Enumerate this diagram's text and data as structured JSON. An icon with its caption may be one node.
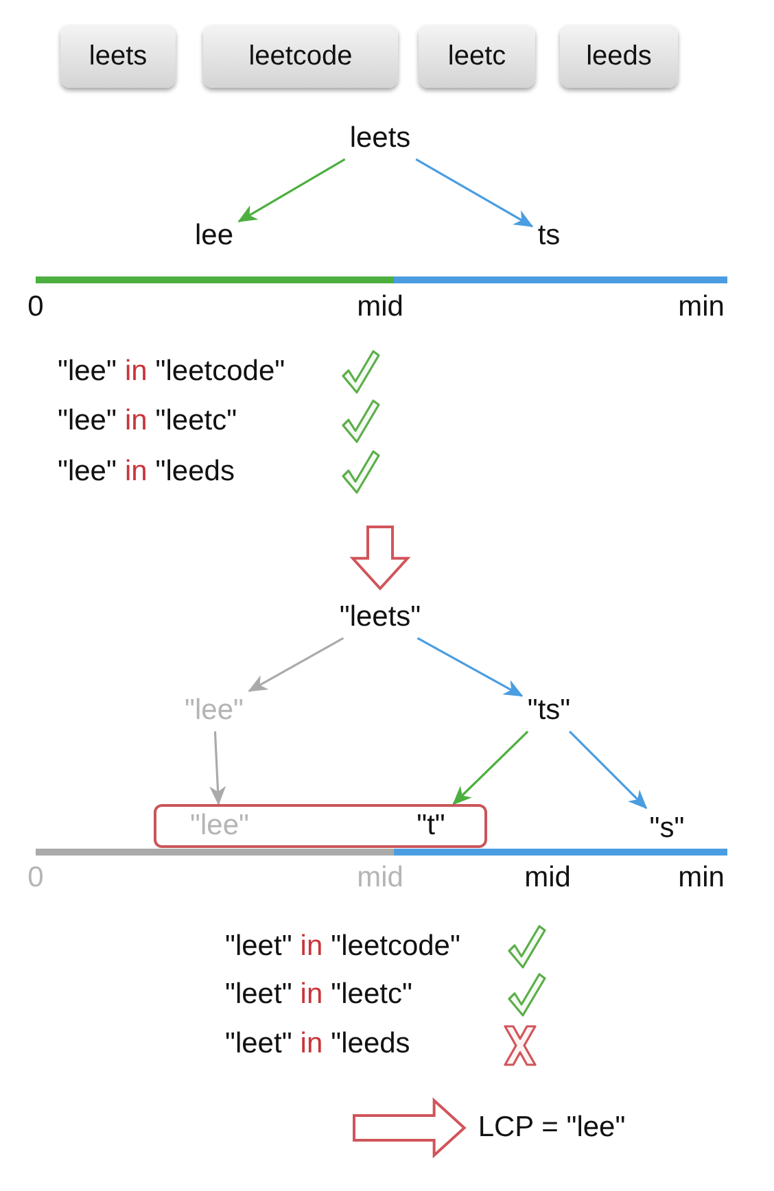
{
  "diagram": {
    "nodes": [
      {
        "text": [
          "leets"
        ]
      },
      {
        "text": [
          "leetcode"
        ]
      },
      {
        "text": [
          "leetc"
        ]
      },
      {
        "text": [
          "leeds"
        ]
      },
      {
        "text": [
          "leets"
        ]
      },
      {
        "text": [
          "lee"
        ]
      },
      {
        "text": [
          "ts"
        ]
      },
      {
        "text": [
          "\"leets\""
        ]
      },
      {
        "text": [
          "\"lee\""
        ]
      },
      {
        "text": [
          "\"ts\""
        ]
      },
      {
        "text": [],
        "shape": "box"
      },
      {
        "text": [
          "\"lee\""
        ],
        "in": 10
      },
      {
        "text": [
          "\"t\""
        ],
        "in": 10
      },
      {
        "text": [
          "\"s\""
        ]
      },
      {
        "text": [
          "LCP = \"lee\""
        ]
      }
    ],
    "edges": [
      {
        "from": 4,
        "to": 5,
        "arrow": "to",
        "color": "#4caf3f"
      },
      {
        "from": 4,
        "to": 6,
        "arrow": "to"
      },
      {
        "from": 7,
        "to": 8,
        "arrow": "to",
        "color": "#aaaaaa"
      },
      {
        "from": 7,
        "to": 9,
        "arrow": "to"
      },
      {
        "from": 8,
        "to": 11,
        "arrow": "to",
        "color": "#aaaaaa"
      },
      {
        "from": 9,
        "to": 12,
        "arrow": "to",
        "color": "#4caf3f"
      },
      {
        "from": 9,
        "to": 13,
        "arrow": "to"
      },
      {
        "from": null,
        "to": 7,
        "arrow": "to",
        "style": "thick",
        "color": "#d0555a"
      },
      {
        "from": null,
        "to": 14,
        "arrow": "to",
        "style": "thick",
        "color": "#d0555a"
      }
    ],
    "labels": [
      "0",
      "mid",
      "min",
      "\"lee\"",
      "in",
      "\"leetcode\"",
      "\"lee\"",
      "in",
      "\"leetc\"",
      "\"lee\"",
      "in",
      "\"leeds",
      "0",
      "mid",
      "mid",
      "min",
      "\"leet\"",
      "in",
      "\"leetcode\"",
      "\"leet\"",
      "in",
      "\"leetc\"",
      "\"leet\"",
      "in",
      "\"leeds"
    ]
  }
}
